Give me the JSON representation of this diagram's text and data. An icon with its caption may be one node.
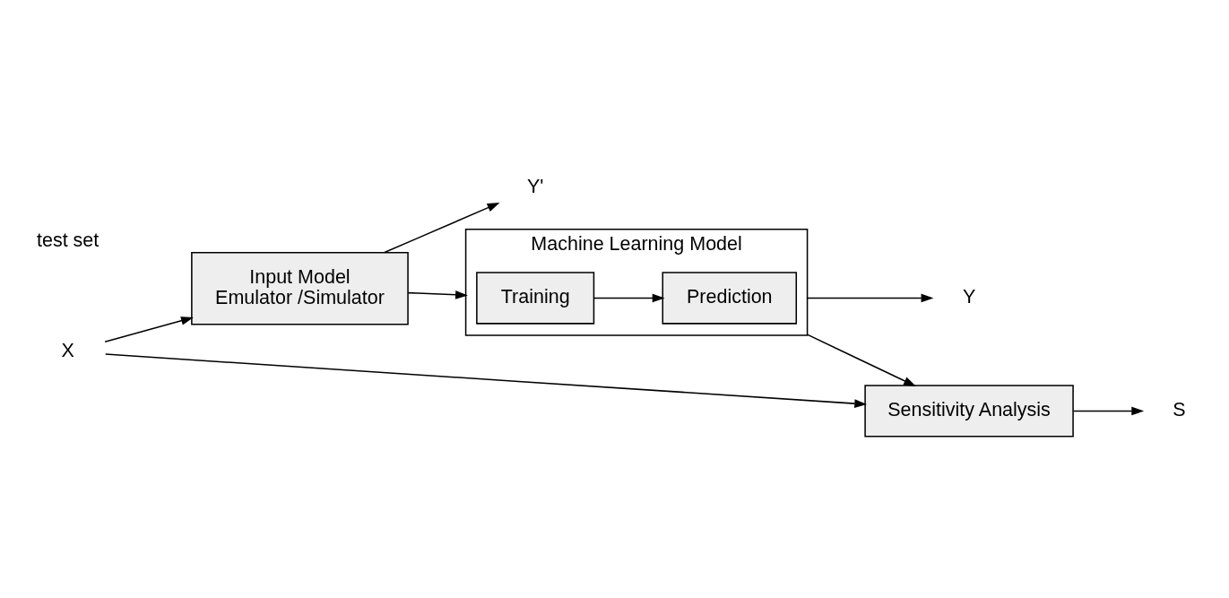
{
  "diagram": {
    "nodes": [
      {
        "text": [
          "X"
        ]
      },
      {
        "text": [
          "Input Model",
          "Emulator /Simulator"
        ]
      },
      {
        "text": [
          "Y'"
        ]
      },
      {
        "text": [
          "Machine Learning Model"
        ]
      },
      {
        "text": [
          "Training"
        ],
        "in": 3
      },
      {
        "text": [
          "Prediction"
        ],
        "in": 3
      },
      {
        "text": [
          "Y"
        ]
      },
      {
        "text": [
          "Sensitivity Analysis"
        ]
      },
      {
        "text": [
          "S"
        ]
      }
    ],
    "edges": [
      {
        "from": 0,
        "to": 1,
        "arrow": "to"
      },
      {
        "from": 0,
        "to": 7,
        "arrow": "to"
      },
      {
        "from": 1,
        "to": 2,
        "arrow": "to"
      },
      {
        "from": 1,
        "to": 3,
        "arrow": "to"
      },
      {
        "from": 4,
        "to": 5,
        "arrow": "to"
      },
      {
        "from": 3,
        "to": 6,
        "arrow": "to"
      },
      {
        "from": 3,
        "to": 7,
        "arrow": "to"
      },
      {
        "from": 7,
        "to": 8,
        "arrow": "to"
      }
    ],
    "labels": [
      "test set"
    ]
  }
}
